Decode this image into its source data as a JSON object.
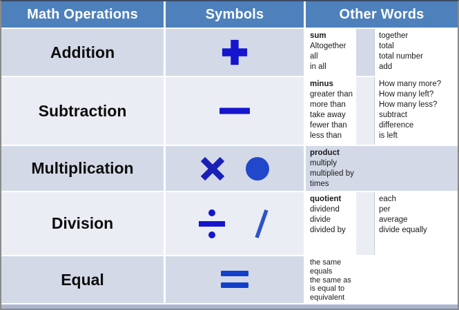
{
  "header": {
    "columns": [
      "Math Operations",
      "Symbols",
      "Other Words"
    ]
  },
  "palette": {
    "header_bg": "#4e80bc",
    "header_text": "#ffffff",
    "band_dark": "#d3d9e7",
    "band_light": "#eaedf4",
    "white_cell": "#ffffff",
    "bottom_strip": "#a9b5cf",
    "frame_border": "#8a8a8a",
    "body_text": "#1a1a1a",
    "symbol_blue": "#1515cd",
    "times_blue": "#1a1fb6",
    "dot_blue": "#2148cb",
    "slash_blue": "#2d53c8",
    "equals_blue": "#1141c9"
  },
  "rows": [
    {
      "operation": "Addition",
      "symbol_icons": [
        "plus-icon"
      ],
      "words_left": [
        "sum",
        "Altogether",
        "all",
        "in all"
      ],
      "words_right": [
        "together",
        "total",
        "total number",
        "add"
      ]
    },
    {
      "operation": "Subtraction",
      "symbol_icons": [
        "minus-icon"
      ],
      "words_left": [
        "minus",
        "greater than",
        "more than",
        "take away",
        "fewer than",
        "less than"
      ],
      "words_right": [
        "How many more?",
        "How many left?",
        "How many less?",
        "subtract",
        "difference",
        "is left"
      ]
    },
    {
      "operation": "Multiplication",
      "symbol_icons": [
        "times-icon",
        "dot-icon"
      ],
      "words_left": [
        "product",
        "multiply",
        "multiplied by",
        "times"
      ],
      "words_right": []
    },
    {
      "operation": "Division",
      "symbol_icons": [
        "obelus-icon",
        "slash-icon"
      ],
      "words_left": [
        "quotient",
        "dividend",
        "divide",
        "divided by"
      ],
      "words_right": [
        "each",
        "per",
        "average",
        "divide equally"
      ]
    },
    {
      "operation": "Equal",
      "symbol_icons": [
        "equals-icon"
      ],
      "words_left": [
        "the same",
        "equals",
        "the same as",
        "is equal to",
        "equivalent"
      ],
      "words_right": []
    }
  ]
}
